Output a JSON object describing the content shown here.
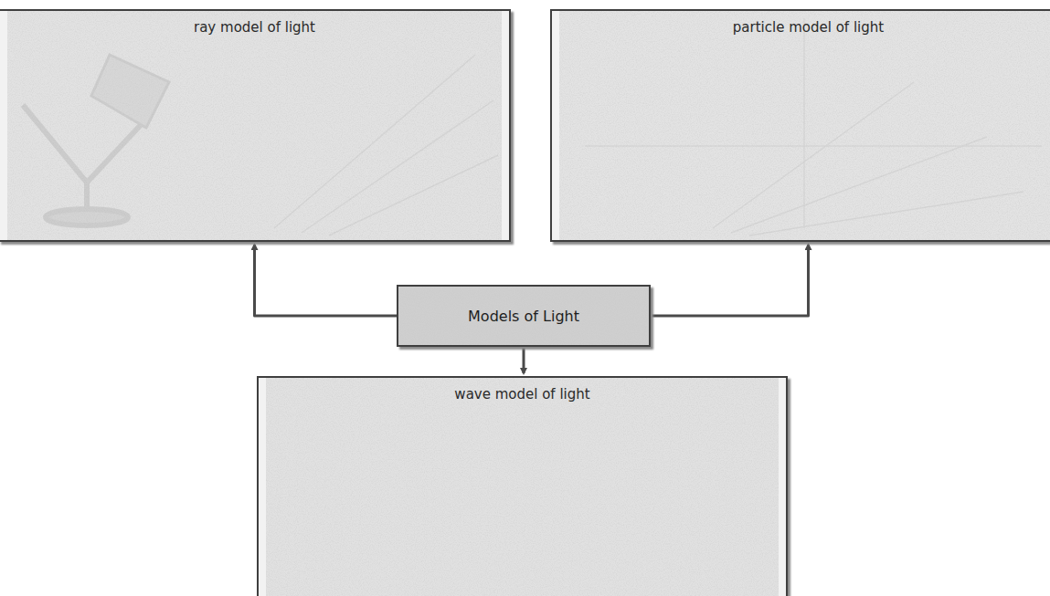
{
  "diagram": {
    "nodes": [
      {
        "text": [
          "ray model of light"
        ]
      },
      {
        "text": [
          "particle model of light"
        ]
      },
      {
        "text": [
          "Models of Light"
        ]
      },
      {
        "text": [
          "wave model of light"
        ]
      }
    ],
    "edges": [
      {
        "from": 2,
        "to": 0,
        "arrow": "to"
      },
      {
        "from": 2,
        "to": 1,
        "arrow": "to"
      },
      {
        "from": 2,
        "to": 3,
        "arrow": "to"
      }
    ]
  }
}
